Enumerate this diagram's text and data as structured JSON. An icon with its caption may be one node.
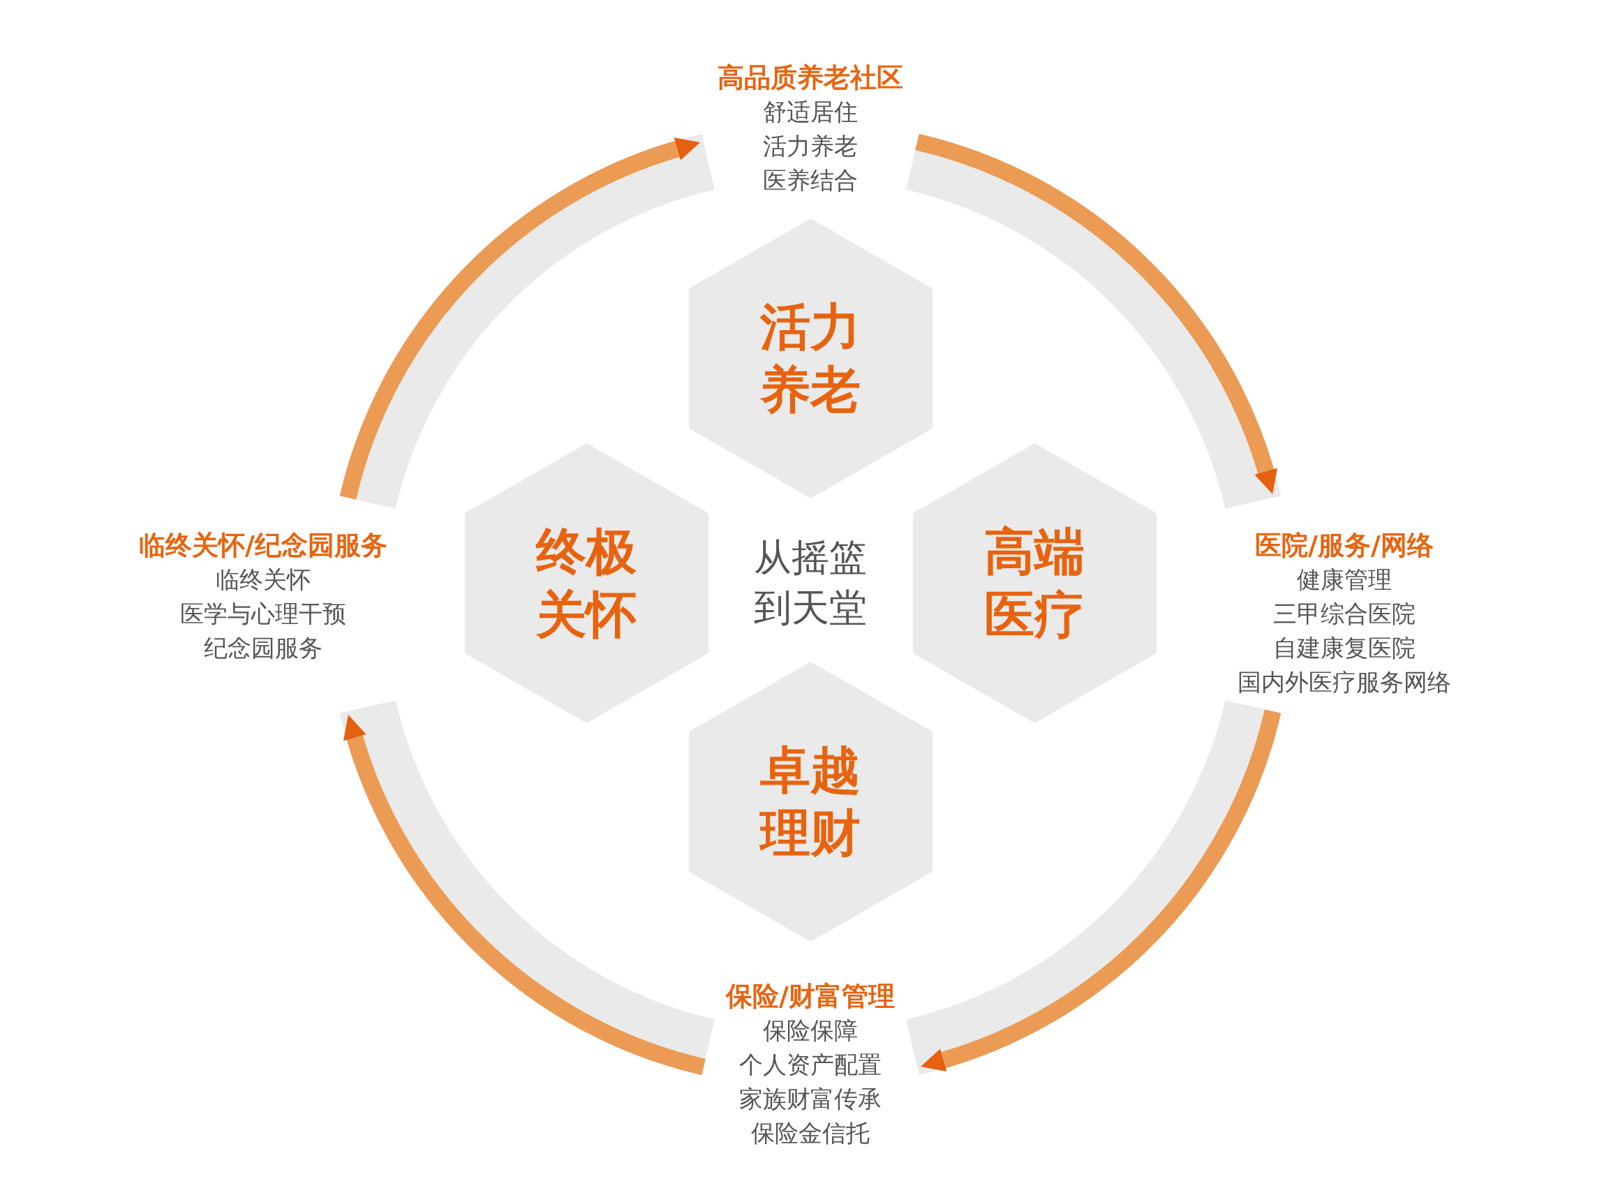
{
  "diagram": {
    "nodes": [
      {
        "text": [
          "高品质养老社区",
          "舒适居住",
          "活力养老",
          "医养结合"
        ]
      },
      {
        "text": [
          "活力养老"
        ]
      },
      {
        "text": [
          "临终关怀/纪念园服务",
          "临终关怀",
          "医学与心理干预",
          "纪念园服务"
        ]
      },
      {
        "text": [
          "终极关怀"
        ]
      },
      {
        "text": [
          "从摇篮到天堂"
        ]
      },
      {
        "text": [
          "高端医疗"
        ]
      },
      {
        "text": [
          "医院/服务/网络",
          "健康管理",
          "三甲综合医院",
          "自建康复医院",
          "国内外医疗服务网络"
        ]
      },
      {
        "text": [
          "卓越理财"
        ]
      },
      {
        "text": [
          "保险/财富管理",
          "保险保障",
          "个人资产配置",
          "家族财富传承",
          "保险金信托"
        ]
      }
    ],
    "edges": [
      {
        "from": 0,
        "to": 6,
        "arrow": "to"
      },
      {
        "from": 6,
        "to": 8,
        "arrow": "to"
      },
      {
        "from": 8,
        "to": 2,
        "arrow": "to"
      },
      {
        "from": 2,
        "to": 0,
        "arrow": "to"
      }
    ]
  }
}
